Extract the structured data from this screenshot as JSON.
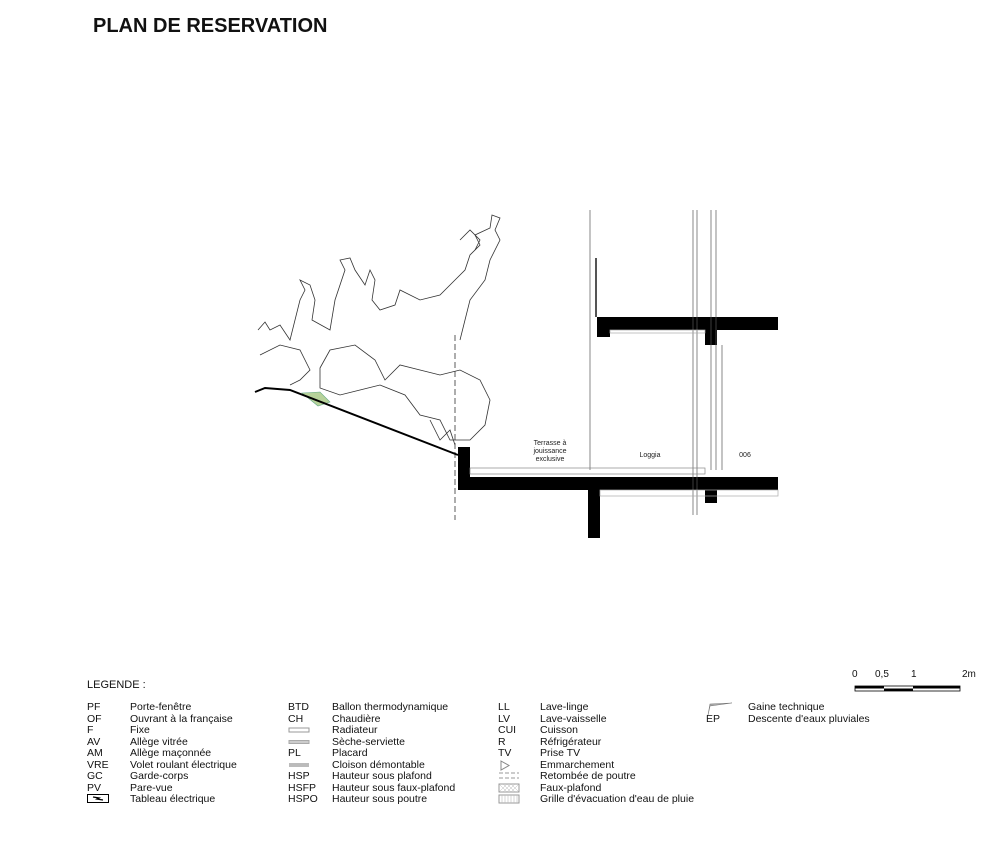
{
  "title": "PLAN DE RESERVATION",
  "rooms": {
    "terrasse": "Terrasse à jouissance exclusive",
    "loggia": "Loggia",
    "room_number": "006"
  },
  "scale": {
    "ticks": [
      "0",
      "0,5",
      "1",
      "2m"
    ]
  },
  "legend": {
    "title": "LEGENDE :",
    "columns": [
      [
        {
          "code": "PF",
          "label": "Porte-fenêtre"
        },
        {
          "code": "OF",
          "label": "Ouvrant à la française"
        },
        {
          "code": "F",
          "label": "Fixe"
        },
        {
          "code": "AV",
          "label": "Allège vitrée"
        },
        {
          "code": "AM",
          "label": "Allège maçonnée"
        },
        {
          "code": "VRE",
          "label": "Volet roulant électrique"
        },
        {
          "code": "GC",
          "label": "Garde-corps"
        },
        {
          "code": "PV",
          "label": "Pare-vue"
        },
        {
          "code": "",
          "icon": "electrical-panel-icon",
          "label": "Tableau électrique"
        }
      ],
      [
        {
          "code": "BTD",
          "label": "Ballon thermodynamique"
        },
        {
          "code": "CH",
          "label": "Chaudière"
        },
        {
          "code": "",
          "icon": "radiator-icon",
          "label": "Radiateur"
        },
        {
          "code": "",
          "icon": "towel-dryer-icon",
          "label": "Sèche-serviette"
        },
        {
          "code": "PL",
          "label": "Placard"
        },
        {
          "code": "",
          "icon": "removable-partition-icon",
          "label": "Cloison démontable"
        },
        {
          "code": "HSP",
          "label": "Hauteur sous plafond"
        },
        {
          "code": "HSFP",
          "label": "Hauteur sous faux-plafond"
        },
        {
          "code": "HSPO",
          "label": "Hauteur sous poutre"
        }
      ],
      [
        {
          "code": "LL",
          "label": "Lave-linge"
        },
        {
          "code": "LV",
          "label": "Lave-vaisselle"
        },
        {
          "code": "CUI",
          "label": "Cuisson"
        },
        {
          "code": "R",
          "label": "Réfrigérateur"
        },
        {
          "code": "TV",
          "label": "Prise TV"
        },
        {
          "code": "",
          "icon": "step-triangle-icon",
          "label": "Emmarchement"
        },
        {
          "code": "",
          "icon": "beam-dashed-icon",
          "label": "Retombée de poutre"
        },
        {
          "code": "",
          "icon": "false-ceiling-hatch-icon",
          "label": "Faux-plafond"
        },
        {
          "code": "",
          "icon": "rain-grate-icon",
          "label": "Grille d'évacuation d'eau de pluie"
        }
      ],
      [
        {
          "code": "",
          "icon": "technical-shaft-icon",
          "label": "Gaine technique"
        },
        {
          "code": "EP",
          "label": "Descente d'eaux pluviales"
        }
      ]
    ]
  }
}
